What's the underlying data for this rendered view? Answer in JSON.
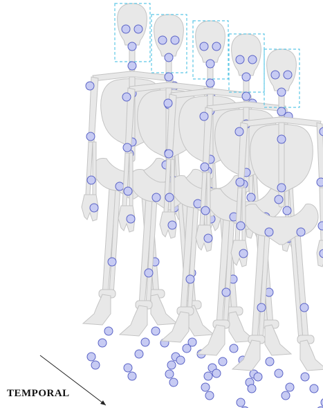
{
  "figure": {
    "label": "TEMPORAL",
    "frame_count": 5,
    "joints_per_frame": 27,
    "colors": {
      "bone_fill": "#e8e8e8",
      "bone_stroke": "#c3c3c3",
      "joint_fill": "#c7cbf3",
      "joint_stroke": "#5a63c6",
      "head_box": "#5ec8e6",
      "arrow": "#222222",
      "label": "#111111"
    }
  }
}
